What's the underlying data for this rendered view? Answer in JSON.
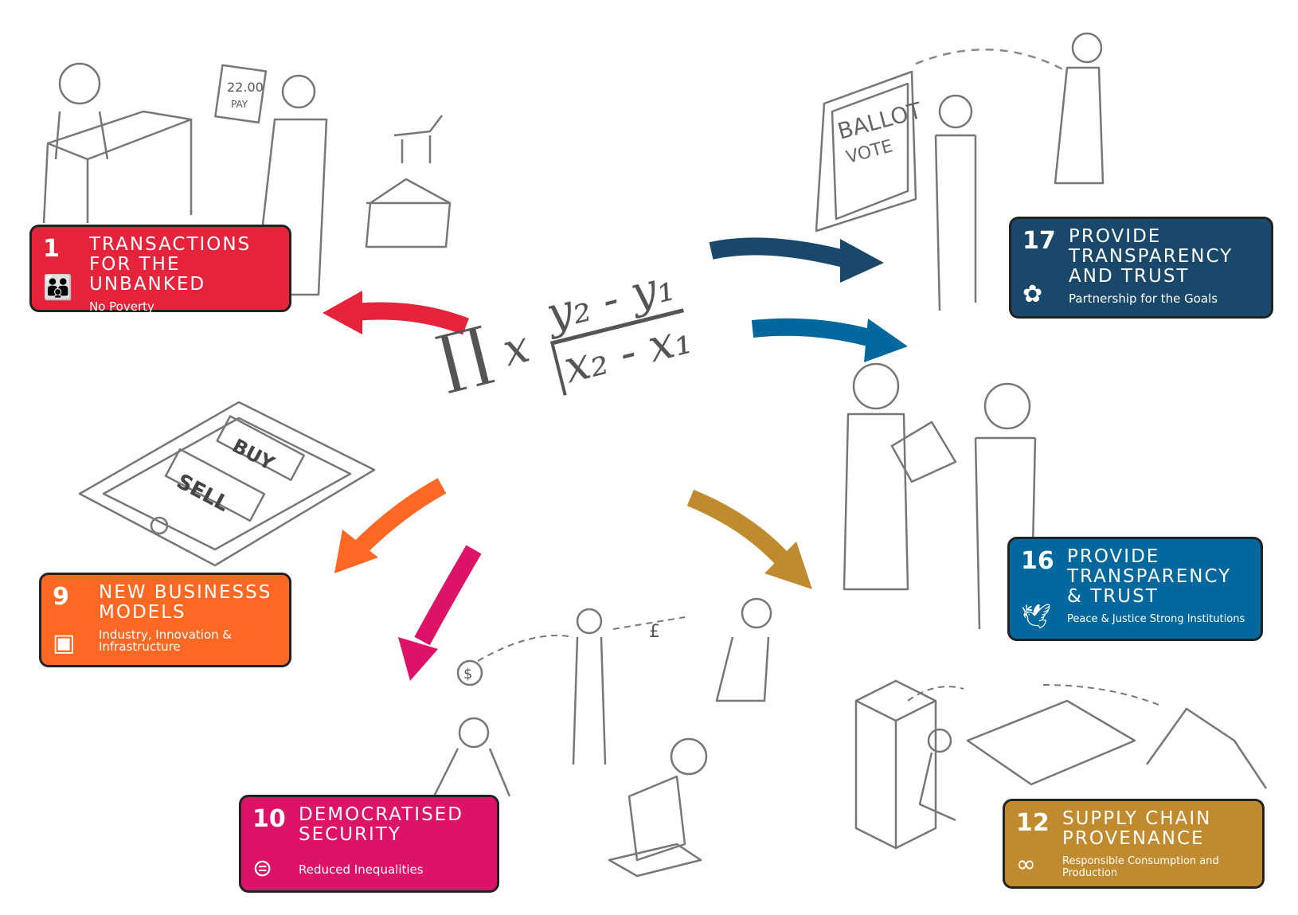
{
  "formula": {
    "pi": "∏",
    "x": "x",
    "numerator": "y₂ - y₁",
    "denominator": "x₂ - x₁"
  },
  "sketch_text": {
    "pay_amount": "22.00",
    "pay": "PAY",
    "buy": "BUY",
    "sell": "SELL",
    "ballot": "BALLOT",
    "vote": "VOTE",
    "pound": "£",
    "dollar": "$"
  },
  "goals": [
    {
      "number": "1",
      "title": "Transactions for the unbanked",
      "subtitle": "No Poverty",
      "color": "#E5243B",
      "icon": "family-icon"
    },
    {
      "number": "9",
      "title": "New Businesss Models",
      "subtitle": "Industry, Innovation & Infrastructure",
      "color": "#FD6925",
      "icon": "cubes-icon"
    },
    {
      "number": "10",
      "title": "Democratised Security",
      "subtitle": "Reduced Inequalities",
      "color": "#DD1367",
      "icon": "equals-circle-icon"
    },
    {
      "number": "17",
      "title": "Provide Transparency and Trust",
      "subtitle": "Partnership for the Goals",
      "color": "#19486A",
      "icon": "rings-icon"
    },
    {
      "number": "16",
      "title": "Provide Transparency & Trust",
      "subtitle": "Peace & Justice Strong Institutions",
      "color": "#00689D",
      "icon": "dove-gavel-icon"
    },
    {
      "number": "12",
      "title": "Supply Chain Provenance",
      "subtitle": "Responsible Consumption and Production",
      "color": "#BF8B2E",
      "icon": "infinity-icon"
    }
  ]
}
